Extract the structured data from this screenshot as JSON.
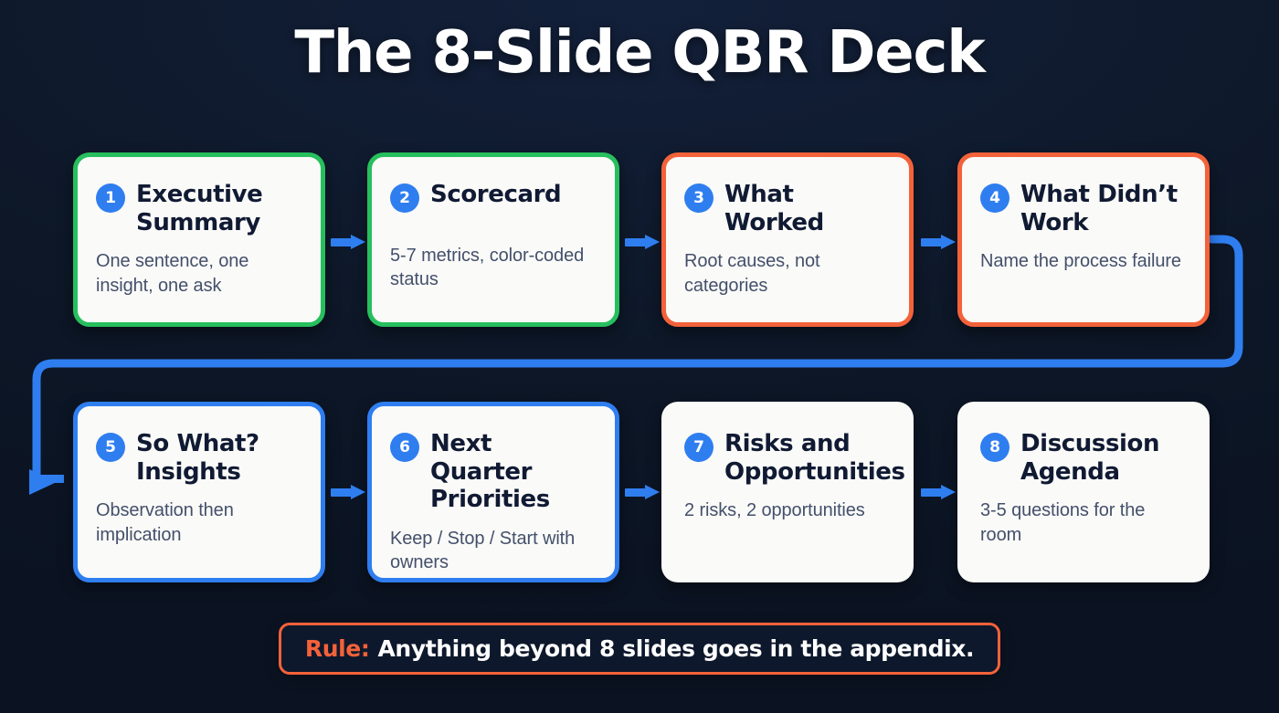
{
  "header": {
    "title": "The 8-Slide QBR Deck"
  },
  "colors": {
    "background": "#0d1727",
    "accent_blue": "#2f7ef0",
    "accent_green": "#27bf5e",
    "accent_orange": "#f4623a",
    "card_surface": "#fafaf8",
    "title_text": "#101a33",
    "body_text": "#44506b"
  },
  "cards": [
    {
      "number": "1",
      "title": "Executive Summary",
      "body": "One sentence, one insight, one ask",
      "border_color": "#27bf5e",
      "accent": "green"
    },
    {
      "number": "2",
      "title": "Scorecard",
      "body": "5-7 metrics, color-coded status",
      "border_color": "#27bf5e",
      "accent": "green"
    },
    {
      "number": "3",
      "title": "What Worked",
      "body": "Root causes, not categories",
      "border_color": "#f4623a",
      "accent": "orange"
    },
    {
      "number": "4",
      "title": "What Didn’t Work",
      "body": "Name the process failure",
      "border_color": "#f4623a",
      "accent": "orange"
    },
    {
      "number": "5",
      "title": "So What? Insights",
      "body": "Observation then implication",
      "border_color": "#2f7ef0",
      "accent": "blue"
    },
    {
      "number": "6",
      "title": "Next Quarter Priorities",
      "body": "Keep / Stop / Start with owners",
      "border_color": "#2f7ef0",
      "accent": "blue"
    },
    {
      "number": "7",
      "title": "Risks and Opportunities",
      "body": "2 risks, 2 opportunities",
      "border_color": "none",
      "accent": "none"
    },
    {
      "number": "8",
      "title": "Discussion Agenda",
      "body": "3-5 questions for the room",
      "border_color": "none",
      "accent": "none"
    }
  ],
  "footer": {
    "rule_label": "Rule:",
    "rule_text": "Anything beyond 8 slides goes in the appendix."
  }
}
